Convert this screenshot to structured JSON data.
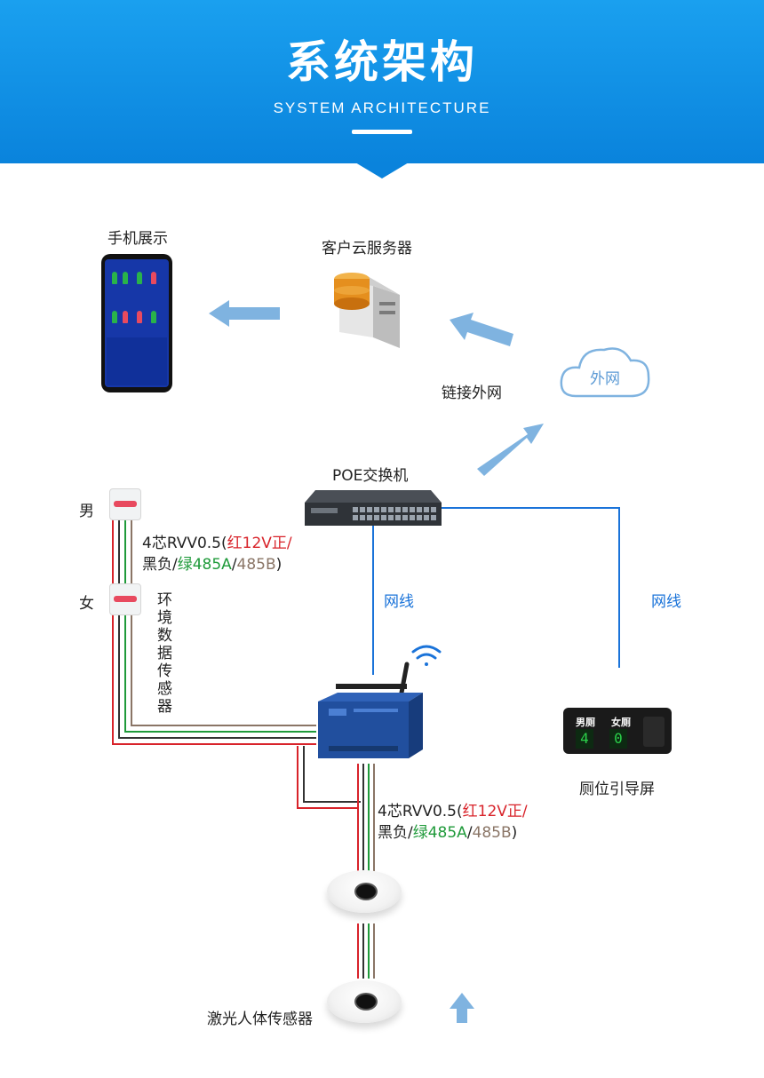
{
  "header": {
    "title": "系统架构",
    "subtitle": "SYSTEM ARCHITECTURE"
  },
  "nodes": {
    "phone_label": "手机展示",
    "server_label": "客户云服务器",
    "cloud_label": "外网",
    "link_label": "链接外网",
    "switch_label": "POE交换机",
    "male_label": "男",
    "female_label": "女",
    "env_sensor_label": "环境数据传感器",
    "guide_screen_label": "厕位引导屏",
    "laser_sensor_label": "激光人体传感器",
    "net_cable_left": "网线",
    "net_cable_right": "网线"
  },
  "cable_top": {
    "line1_prefix": "4芯RVV0.5(",
    "line1_red": "红12V正/",
    "line2_prefix": "黑负/",
    "line2_green": "绿485A",
    "line2_sep": "/",
    "line2_brown": "485B",
    "line2_suffix": ")"
  },
  "cable_bottom": {
    "line1_prefix": "4芯RVV0.5(",
    "line1_red": "红12V正/",
    "line2_prefix": "黑负/",
    "line2_green": "绿485A",
    "line2_sep": "/",
    "line2_brown": "485B",
    "line2_suffix": ")"
  },
  "guide_screen": {
    "male_text": "男厕",
    "female_text": "女厕",
    "male_count": "4",
    "female_count": "0"
  },
  "colors": {
    "header_blue": "#0a83dc",
    "arrow_blue": "#7fb3e0",
    "net_line_blue": "#1a73d9",
    "wire_red": "#d8232a",
    "wire_green": "#1f9a3a",
    "wire_black": "#333333",
    "wire_brown": "#8a7566"
  },
  "icons": [
    "wifi-icon",
    "cloud-icon",
    "server-icon",
    "switch-icon",
    "gateway-icon",
    "phone-icon",
    "arrow-icon"
  ]
}
